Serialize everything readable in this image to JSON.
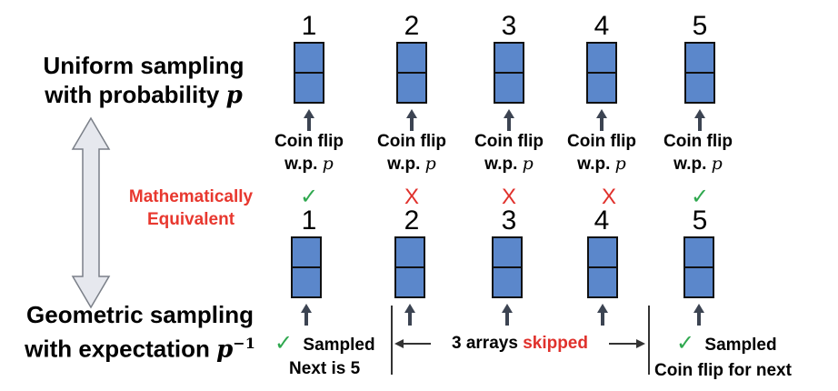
{
  "top": {
    "title_line1": "Uniform sampling",
    "title_line2": "with probability",
    "title_var": "p",
    "columns": [
      {
        "number": "1",
        "coin_line1": "Coin flip",
        "coin_line2": "w.p.",
        "coin_var": "p"
      },
      {
        "number": "2",
        "coin_line1": "Coin flip",
        "coin_line2": "w.p.",
        "coin_var": "p"
      },
      {
        "number": "3",
        "coin_line1": "Coin flip",
        "coin_line2": "w.p.",
        "coin_var": "p"
      },
      {
        "number": "4",
        "coin_line1": "Coin flip",
        "coin_line2": "w.p.",
        "coin_var": "p"
      },
      {
        "number": "5",
        "coin_line1": "Coin flip",
        "coin_line2": "w.p.",
        "coin_var": "p"
      }
    ]
  },
  "middle": {
    "equiv_line1": "Mathematically",
    "equiv_line2": "Equivalent"
  },
  "bottom": {
    "title_line1": "Geometric sampling",
    "title_line2": "with expectation",
    "title_var": "p",
    "title_exp": "−1",
    "columns": [
      {
        "number": "1",
        "mark": "✓",
        "status": "sampled"
      },
      {
        "number": "2",
        "mark": "X",
        "status": "skipped"
      },
      {
        "number": "3",
        "mark": "X",
        "status": "skipped"
      },
      {
        "number": "4",
        "mark": "X",
        "status": "skipped"
      },
      {
        "number": "5",
        "mark": "✓",
        "status": "sampled"
      }
    ],
    "left_label_check": "✓",
    "left_label_line1": "Sampled",
    "left_label_line2": "Next is 5",
    "skip_text_black": "3 arrays",
    "skip_text_red": "skipped",
    "right_label_check": "✓",
    "right_label_line1": "Sampled",
    "right_label_line2": "Coin flip for next"
  },
  "colors": {
    "box_fill": "#5b87cb",
    "check": "#2fa84f",
    "cross": "#e0312c",
    "equiv_text": "#e8382f",
    "double_arrow_fill": "#e6e8ee"
  }
}
